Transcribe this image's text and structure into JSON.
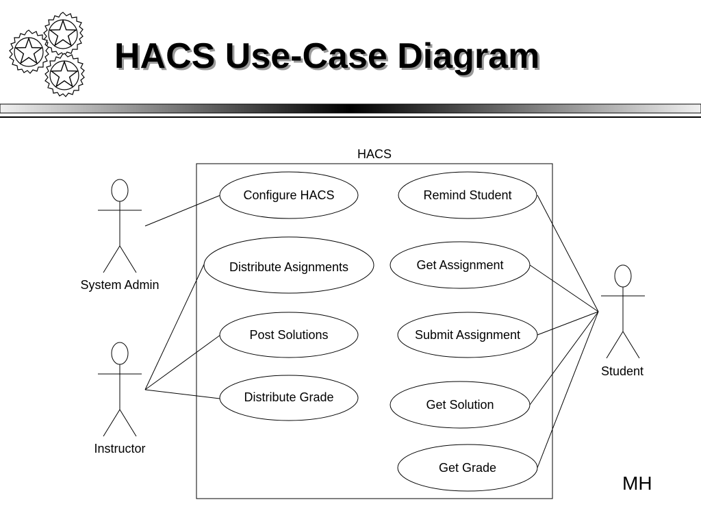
{
  "slide": {
    "title": "HACS Use-Case Diagram",
    "author_initials": "MH",
    "logo_icon": "stars-logo-icon"
  },
  "system": {
    "name": "HACS"
  },
  "actors": {
    "system_admin": "System Admin",
    "instructor": "Instructor",
    "student": "Student"
  },
  "use_cases": {
    "configure_hacs": "Configure HACS",
    "distribute_asignments": "Distribute Asignments",
    "post_solutions": "Post Solutions",
    "distribute_grade": "Distribute Grade",
    "remind_student": "Remind Student",
    "get_assignment": "Get Assignment",
    "submit_assignment": "Submit Assignment",
    "get_solution": "Get Solution",
    "get_grade": "Get Grade"
  },
  "associations": [
    {
      "actor": "System Admin",
      "use_case": "Configure HACS"
    },
    {
      "actor": "Instructor",
      "use_case": "Distribute Asignments"
    },
    {
      "actor": "Instructor",
      "use_case": "Post Solutions"
    },
    {
      "actor": "Instructor",
      "use_case": "Distribute Grade"
    },
    {
      "actor": "Student",
      "use_case": "Remind Student"
    },
    {
      "actor": "Student",
      "use_case": "Get Assignment"
    },
    {
      "actor": "Student",
      "use_case": "Submit Assignment"
    },
    {
      "actor": "Student",
      "use_case": "Get Solution"
    },
    {
      "actor": "Student",
      "use_case": "Get Grade"
    }
  ]
}
